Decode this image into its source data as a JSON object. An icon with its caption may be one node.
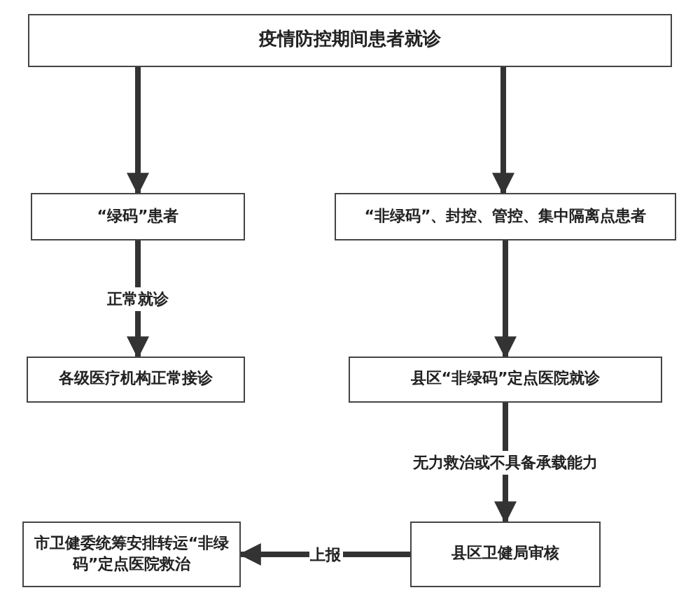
{
  "diagram": {
    "nodes": [
      {
        "text": [
          "疫情防控期间患者就诊"
        ]
      },
      {
        "text": [
          "“绿码”患者"
        ]
      },
      {
        "text": [
          "“非绿码”、封控、管控、集中隔离点患者"
        ]
      },
      {
        "text": [
          "各级医疗机构正常接诊"
        ]
      },
      {
        "text": [
          "县区“非绿码”定点医院就诊"
        ]
      },
      {
        "text": [
          "县区卫健局审核"
        ]
      },
      {
        "text": [
          "市卫健委统筹安排转运“非绿码”定点医院救治"
        ]
      }
    ],
    "edges": [
      {
        "from": 0,
        "to": 1,
        "arrow": "to"
      },
      {
        "from": 0,
        "to": 2,
        "arrow": "to"
      },
      {
        "from": 1,
        "to": 3,
        "arrow": "to",
        "label": "正常就诊"
      },
      {
        "from": 2,
        "to": 4,
        "arrow": "to"
      },
      {
        "from": 4,
        "to": 5,
        "arrow": "to",
        "label": "无力救治或不具备承载能力"
      },
      {
        "from": 5,
        "to": 6,
        "arrow": "to",
        "label": "上报"
      }
    ]
  }
}
